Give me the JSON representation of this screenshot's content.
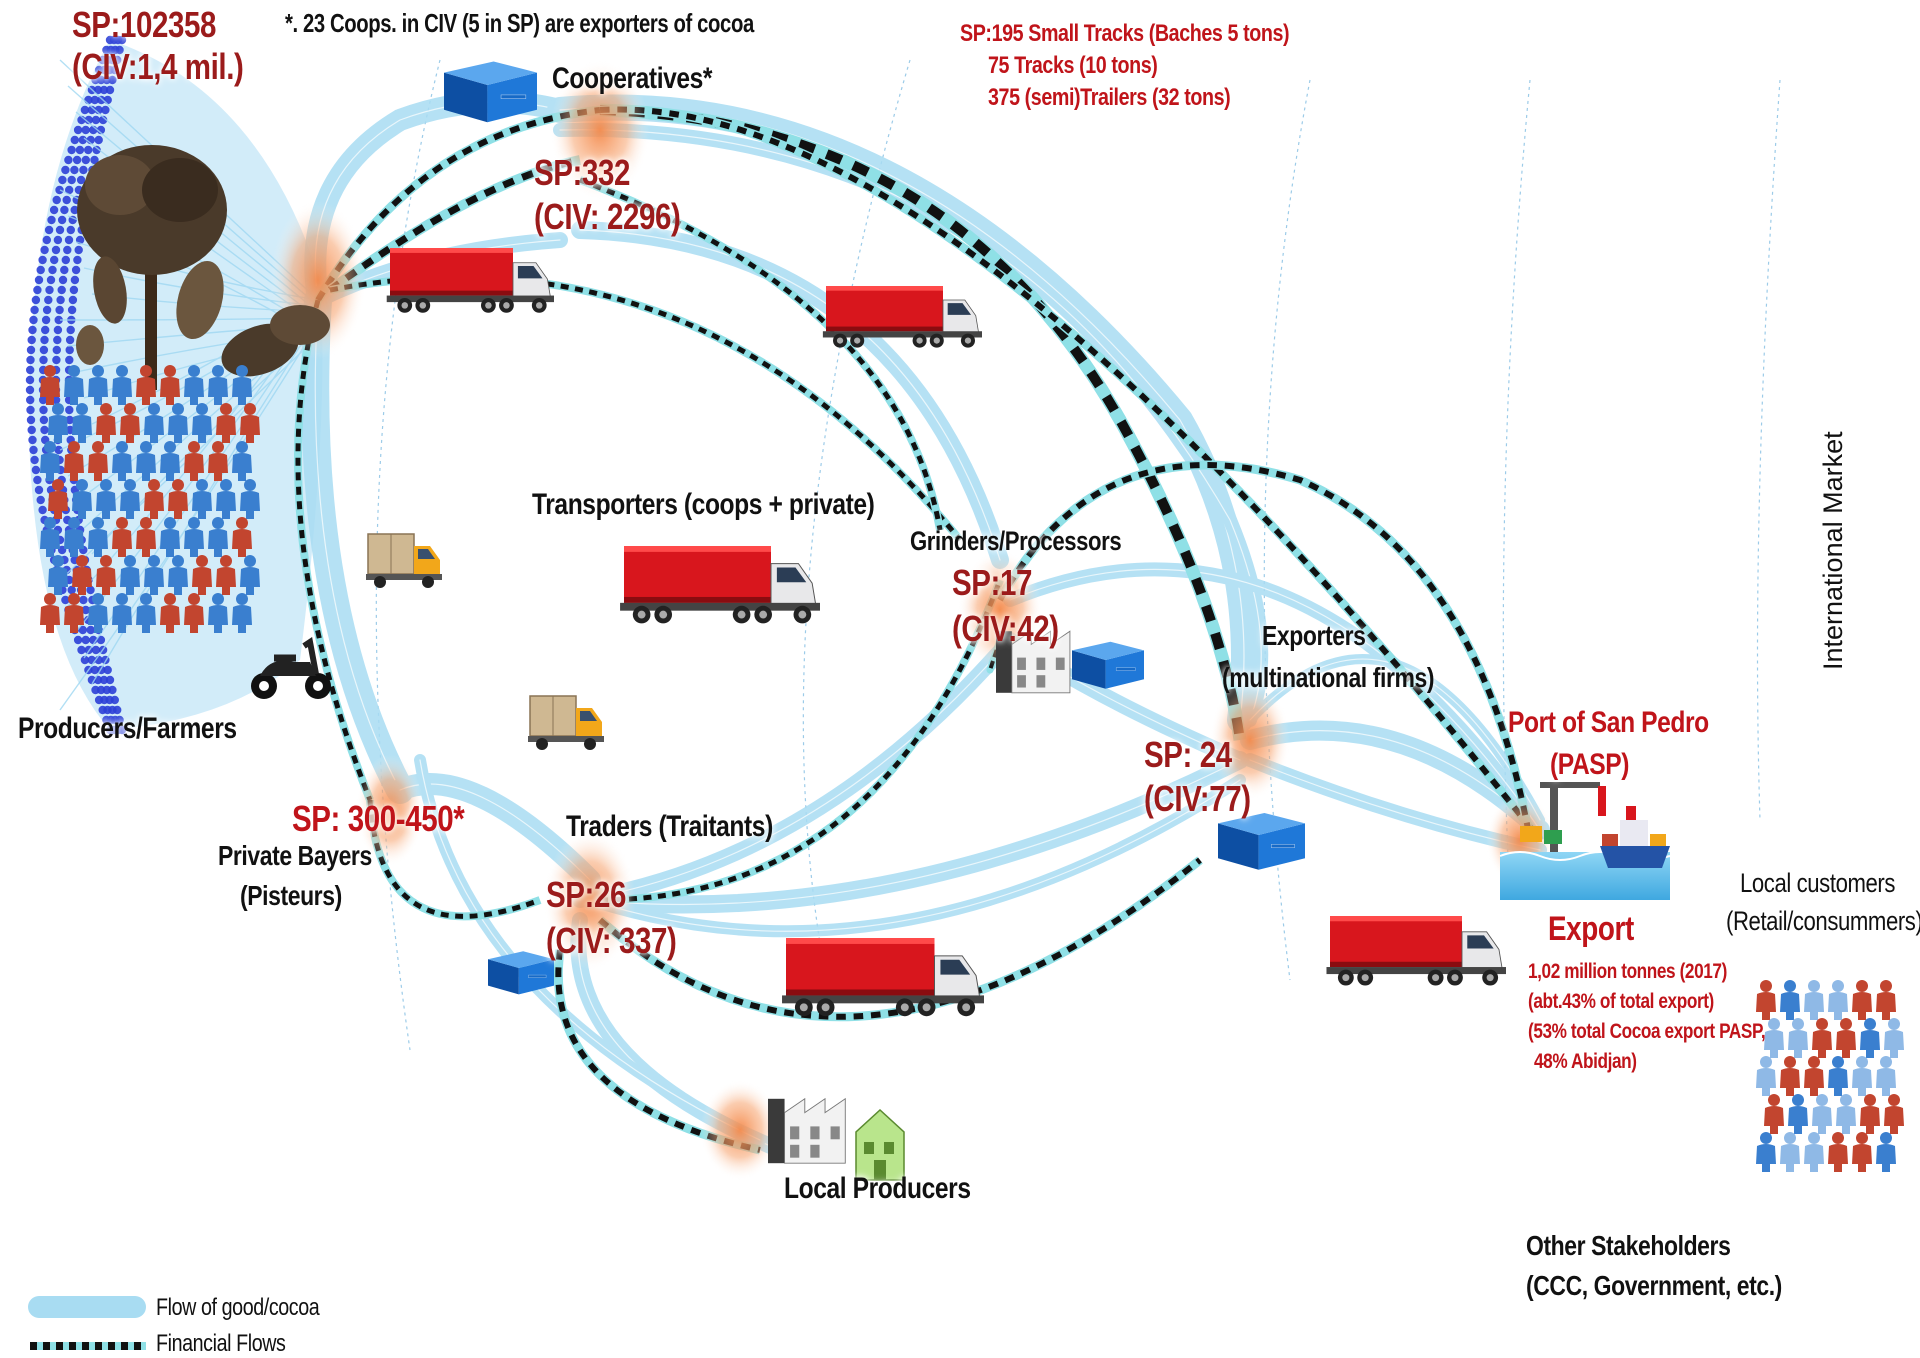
{
  "header": {
    "note": "*. 23 Coops. in CIV (5 in SP) are exporters of cocoa"
  },
  "producers": {
    "sp": "SP:102358",
    "civ": "(CIV:1,4 mil.)",
    "label": "Producers/Farmers"
  },
  "cooperatives": {
    "label": "Cooperatives*",
    "sp": "SP:332",
    "civ": "(CIV: 2296)"
  },
  "transport_note": {
    "line1": "SP:195 Small Tracks (Baches 5 tons)",
    "line2": "75 Tracks (10 tons)",
    "line3": "375 (semi)Trailers (32 tons)"
  },
  "transporters": {
    "label": "Transporters (coops + private)"
  },
  "grinders": {
    "label": "Grinders/Processors",
    "sp": "SP:17",
    "civ": "(CIV:42)"
  },
  "exporters": {
    "line1": "Exporters",
    "line2": "(multinational firms)",
    "sp": "SP: 24",
    "civ": "(CIV:77)"
  },
  "private_buyers": {
    "sp": "SP: 300-450*",
    "line1": "Private Bayers",
    "line2": "(Pisteurs)"
  },
  "traders": {
    "label": "Traders (Traitants)",
    "sp": "SP:26",
    "civ": "(CIV: 337)"
  },
  "local_producers": {
    "label": "Local Producers"
  },
  "port": {
    "line1": "Port of San Pedro",
    "line2": "(PASP)"
  },
  "export": {
    "title": "Export",
    "line1": "1,02 million tonnes (2017)",
    "line2": "(abt.43% of  total export)",
    "line3": "(53% total Cocoa export PASP,",
    "line4": "48% Abidjan)"
  },
  "international_market": "International Market",
  "local_customers": {
    "line1": "Local customers",
    "line2": "(Retail/consummers)"
  },
  "other_stakeholders": {
    "line1": "Other Stakeholders",
    "line2": "(CCC, Government, etc.)"
  },
  "legend": {
    "goods": "Flow of good/cocoa",
    "financial": "Financial Flows"
  },
  "colors": {
    "goods_flow": "#a8dcf2",
    "financial_dash": "#111111",
    "financial_base": "#8fe0e6",
    "node_glow": "#f4894a",
    "label_red": "#c0141a",
    "people_red": "#c2452f",
    "people_blue": "#3a7fcf",
    "warehouse_blue": "#1565c0"
  },
  "icons": [
    "cocoa-tree-icon",
    "people-crowd-icon",
    "truck-icon",
    "small-truck-icon",
    "scooter-icon",
    "warehouse-icon",
    "factory-icon",
    "port-crane-icon",
    "ship-icon"
  ]
}
